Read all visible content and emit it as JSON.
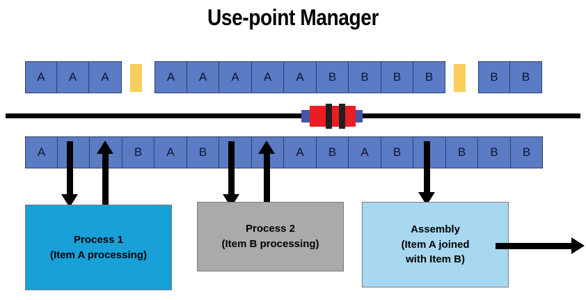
{
  "title": "Use-point Manager",
  "colors": {
    "block_blue": "#5B7BC4",
    "block_border": "#2D3F6B",
    "gap_yellow": "#FBCE5C",
    "marker_red": "#EC1C24",
    "marker_blue": "#4356A8",
    "marker_black": "#231F20",
    "process1_fill": "#18A0D8",
    "process2_fill": "#AAAAAA",
    "assembly_fill": "#A8D8F0",
    "line_black": "#000000",
    "background": "#FFFFFF"
  },
  "upper_stream": {
    "name": "upper-conveyor",
    "groups": [
      {
        "labels": [
          "A",
          "A",
          "A"
        ]
      },
      {
        "labels": [
          "A",
          "A",
          "A",
          "A",
          "A",
          "B",
          "B",
          "B",
          "B"
        ]
      },
      {
        "labels": [
          "B",
          "B"
        ]
      }
    ],
    "gaps": 2,
    "gap_label": ""
  },
  "lower_stream": {
    "name": "lower-conveyor",
    "cells": [
      {
        "label": "A"
      },
      {
        "label": ""
      },
      {
        "label": ""
      },
      {
        "label": "B"
      },
      {
        "label": "A"
      },
      {
        "label": "B"
      },
      {
        "label": ""
      },
      {
        "label": ""
      },
      {
        "label": "A"
      },
      {
        "label": "B"
      },
      {
        "label": "A"
      },
      {
        "label": "B"
      },
      {
        "label": ""
      },
      {
        "label": "B"
      },
      {
        "label": "B"
      },
      {
        "label": "B"
      }
    ]
  },
  "use_point_marker": {
    "name": "use-point-marker",
    "label": ""
  },
  "arrows": {
    "down_1": {
      "direction": "down"
    },
    "up_1": {
      "direction": "up"
    },
    "down_2": {
      "direction": "down"
    },
    "up_2": {
      "direction": "up"
    },
    "down_3": {
      "direction": "down"
    },
    "output": {
      "direction": "right"
    }
  },
  "processes": [
    {
      "id": "process-1",
      "line1": "Process 1",
      "line2": "(Item A processing)",
      "line3": ""
    },
    {
      "id": "process-2",
      "line1": "Process 2",
      "line2": "(Item B processing)",
      "line3": ""
    },
    {
      "id": "assembly",
      "line1": "Assembly",
      "line2": "(Item A joined",
      "line3": "with Item B)"
    }
  ]
}
